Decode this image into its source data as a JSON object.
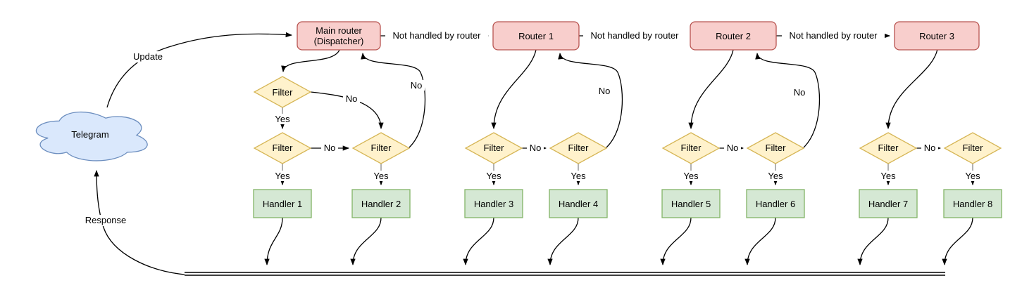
{
  "palette": {
    "router_fill": "#f8cecc",
    "router_stroke": "#b85450",
    "filter_fill": "#fff2cc",
    "filter_stroke": "#d6b656",
    "handler_fill": "#d5e8d4",
    "handler_stroke": "#82b366",
    "cloud_fill": "#dae8fc",
    "cloud_stroke": "#6c8ebf",
    "edge_color": "#000000",
    "stub_color": "#999999",
    "text_color": "#000000"
  },
  "cloud": {
    "label": "Telegram"
  },
  "routers": [
    {
      "lines": [
        "Main router",
        "(Dispatcher)"
      ]
    },
    {
      "lines": [
        "Router 1"
      ]
    },
    {
      "lines": [
        "Router 2"
      ]
    },
    {
      "lines": [
        "Router 3"
      ]
    }
  ],
  "filter_label": "Filter",
  "handlers": [
    {
      "label": "Handler 1"
    },
    {
      "label": "Handler 2"
    },
    {
      "label": "Handler 3"
    },
    {
      "label": "Handler 4"
    },
    {
      "label": "Handler 5"
    },
    {
      "label": "Handler 6"
    },
    {
      "label": "Handler 7"
    },
    {
      "label": "Handler 8"
    }
  ],
  "edge_labels": {
    "update": "Update",
    "response": "Response",
    "not_handled": "Not handled by router",
    "yes": "Yes",
    "no": "No"
  }
}
